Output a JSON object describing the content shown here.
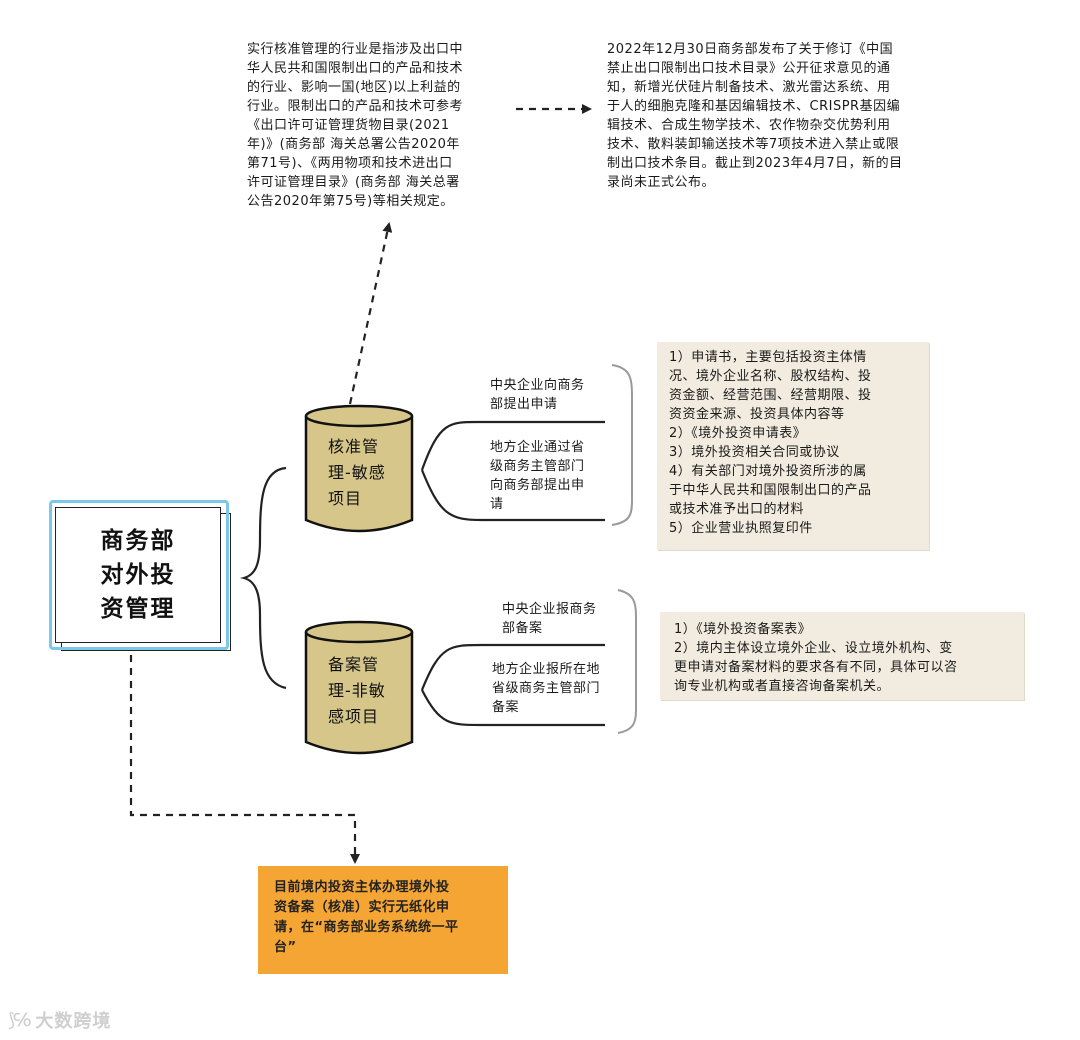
{
  "root": {
    "label": "商务部对外投资管理"
  },
  "nodes": {
    "approval": {
      "label": "核准管理-敏感项目",
      "branches": [
        "中央企业向商务部提出申请",
        "地方企业通过省级商务主管部门向商务部提出申请"
      ]
    },
    "filing": {
      "label": "备案管理-非敏感项目",
      "branches": [
        "中央企业报商务部备案",
        "地方企业报所在地省级商务主管部门备案"
      ]
    }
  },
  "notes": {
    "approval_scope": [
      "实行核准管理的行业是指涉及出口中",
      "华人民共和国限制出口的产品和技术",
      "的行业、影响一国(地区)以上利益的",
      "行业。限制出口的产品和技术可参考",
      "《出口许可证管理货物目录(2021",
      "年)》(商务部 海关总署公告2020年",
      "第71号)、《两用物项和技术进出口",
      "许可证管理目录》(商务部 海关总署",
      "公告2020年第75号)等相关规定。"
    ],
    "catalog_update": [
      "2022年12月30日商务部发布了关于修订《中国",
      "禁止出口限制出口技术目录》公开征求意见的通",
      "知，新增光伏硅片制备技术、激光雷达系统、用",
      "于人的细胞克隆和基因编辑技术、CRISPR基因编",
      "辑技术、合成生物学技术、农作物杂交优势利用",
      "技术、散料装卸输送技术等7项技术进入禁止或限",
      "制出口技术条目。截止到2023年4月7日，新的目",
      "录尚未正式公布。"
    ],
    "approval_materials": [
      "1）申请书，主要包括投资主体情",
      "况、境外企业名称、股权结构、投",
      "资金额、经营范围、经营期限、投",
      "资资金来源、投资具体内容等",
      "2）《境外投资申请表》",
      "3）境外投资相关合同或协议",
      "4）有关部门对境外投资所涉的属",
      "于中华人民共和国限制出口的产品",
      "或技术准予出口的材料",
      "5）企业营业执照复印件"
    ],
    "filing_materials": [
      "1）《境外投资备案表》",
      "2）境内主体设立境外企业、设立境外机构、变",
      "更申请对备案材料的要求各有不同，具体可以咨",
      "询专业机构或者直接咨询备案机关。"
    ],
    "paperless": [
      "目前境内投资主体办理境外投",
      "资备案（核准）实行无纸化申",
      "请，在“商务部业务系统统一平",
      "台”"
    ]
  },
  "watermark": "大数跨境",
  "colors": {
    "drum_fill": "#d6c68a",
    "note_bg": "#f1ecdf",
    "orange": "#f5a533",
    "root_frame": "#7cc7ea"
  }
}
